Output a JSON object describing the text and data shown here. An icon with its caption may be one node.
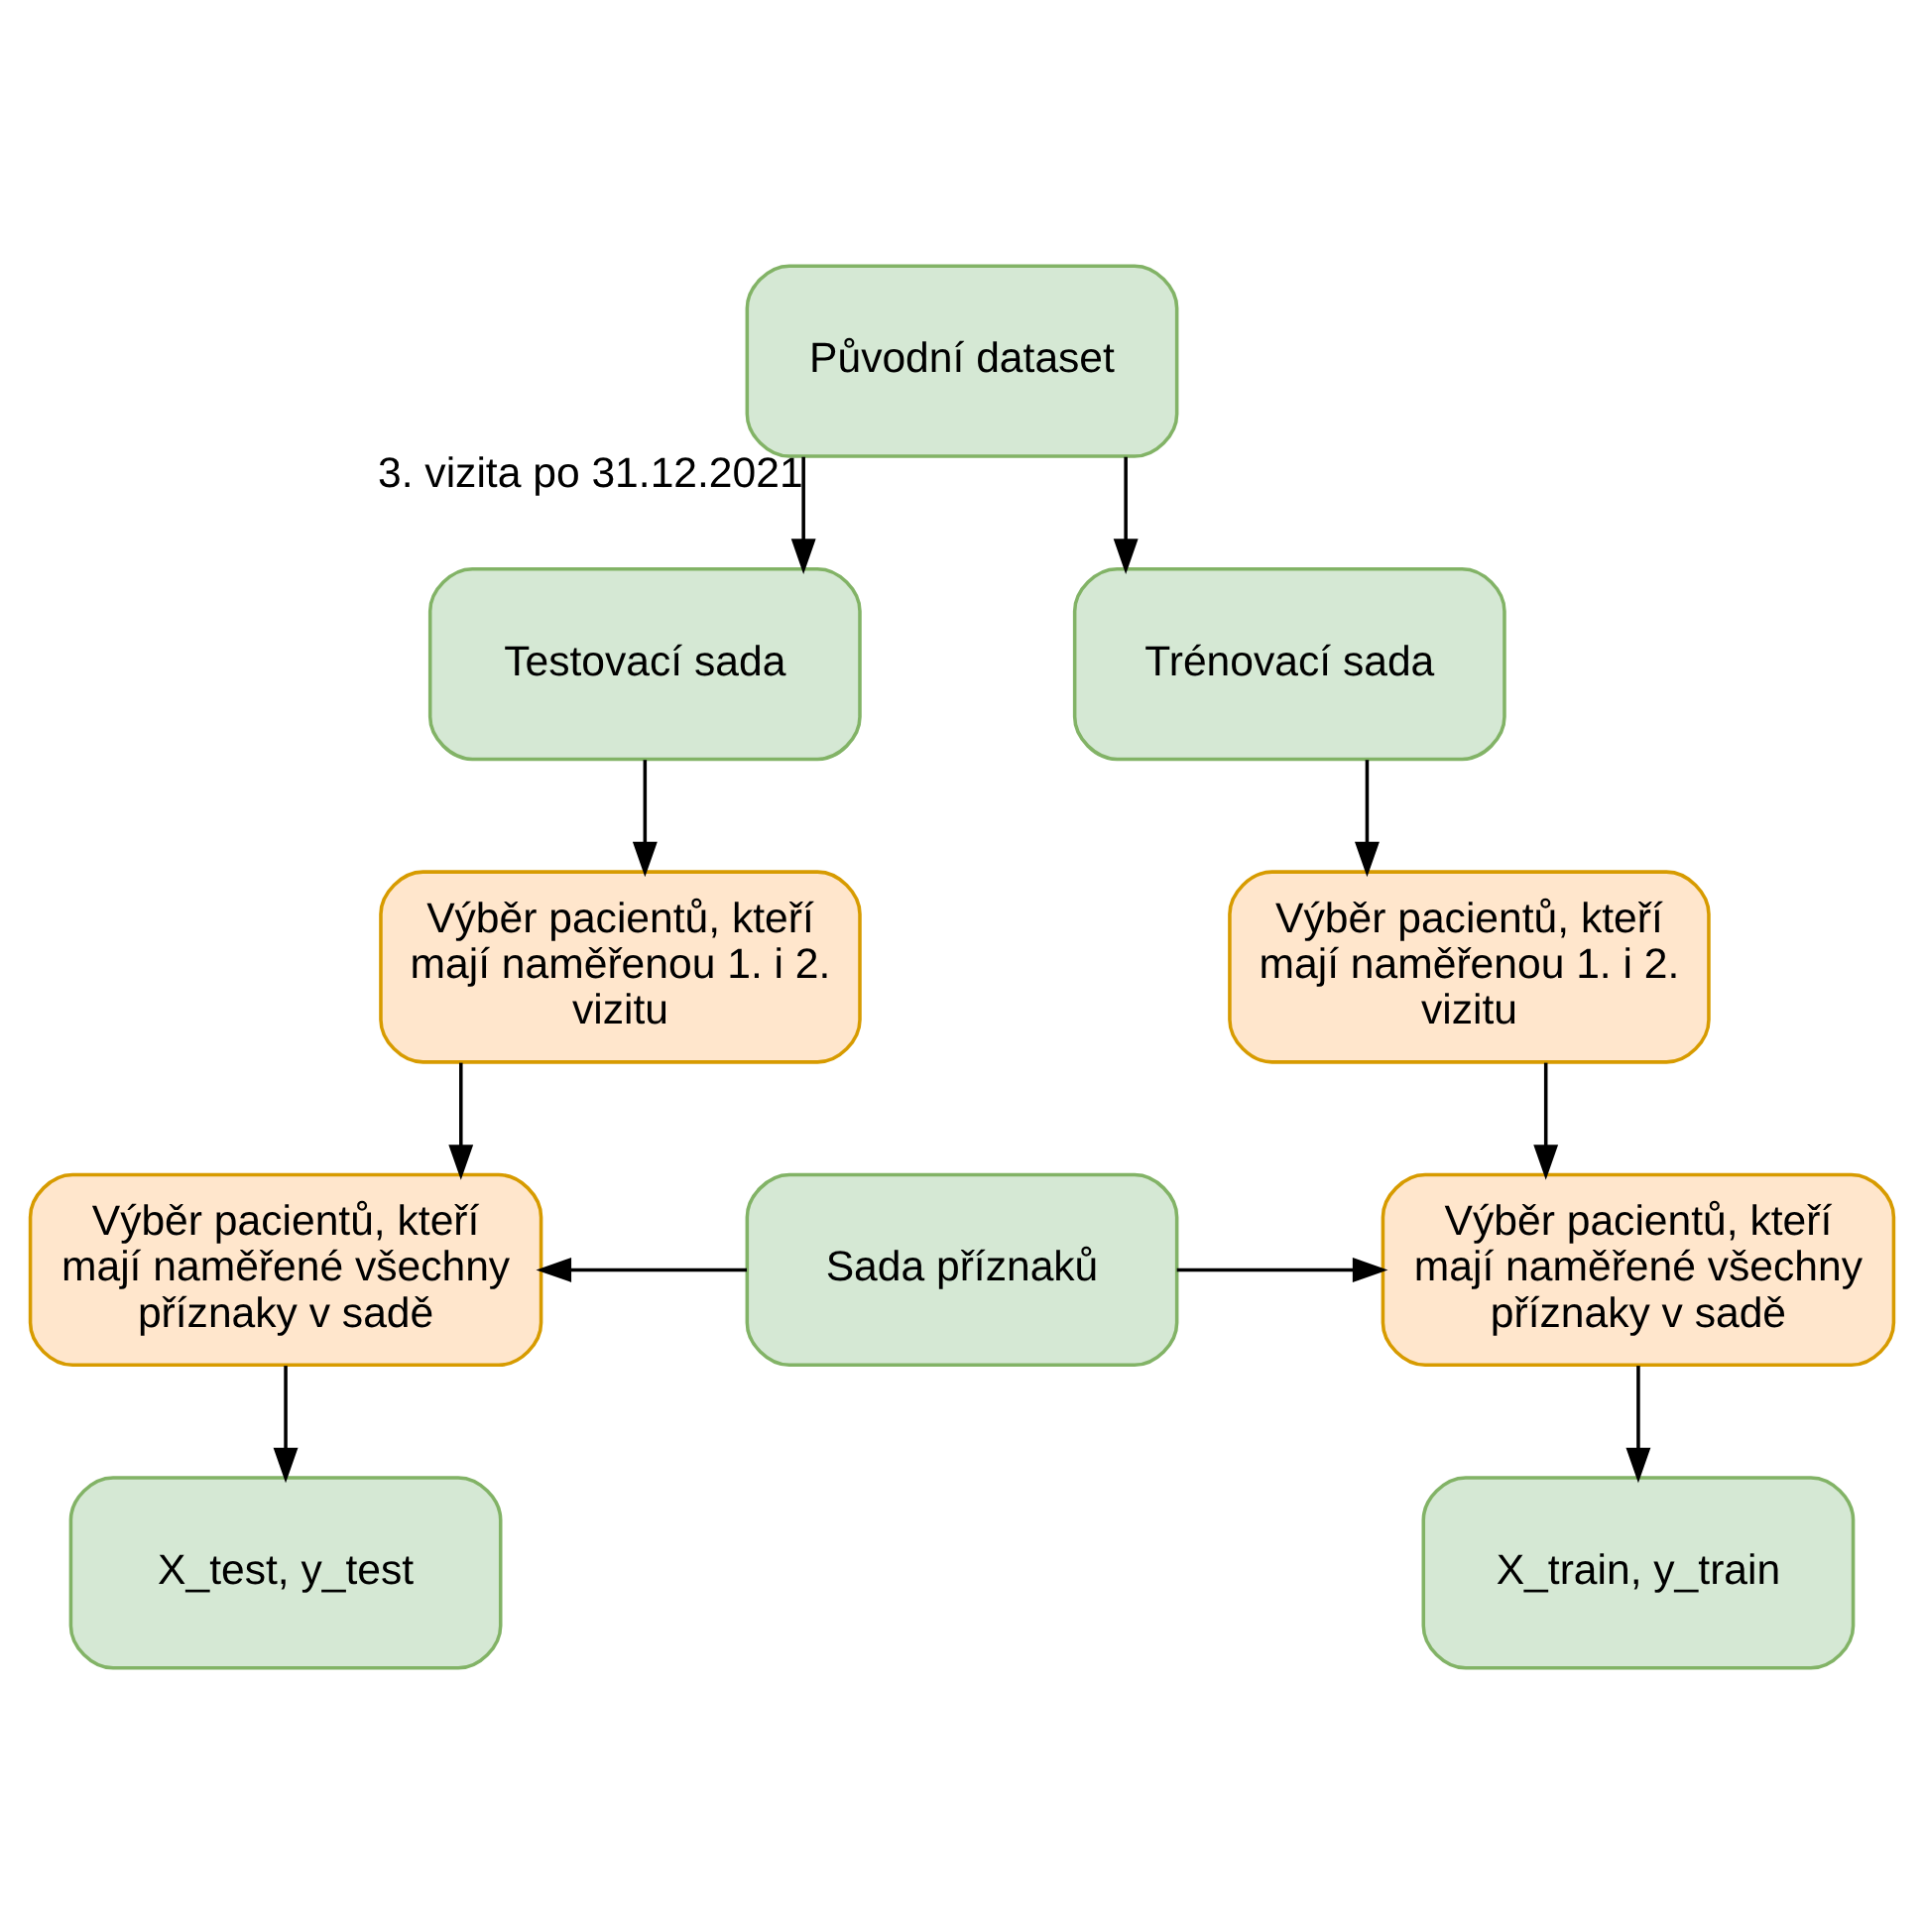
{
  "diagram": {
    "nodes": [
      {
        "text": [
          "Původní dataset"
        ]
      },
      {
        "text": [
          "Testovací sada"
        ]
      },
      {
        "text": [
          "Trénovací sada"
        ]
      },
      {
        "text": [
          "Výběr pacientů, kteří mají naměřenou 1. i 2. vizitu"
        ]
      },
      {
        "text": [
          "Výběr pacientů, kteří mají naměřenou 1. i 2. vizitu"
        ]
      },
      {
        "text": [
          "Výběr pacientů, kteří mají naměřené všechny příznaky v sadě"
        ]
      },
      {
        "text": [
          "Sada příznaků"
        ]
      },
      {
        "text": [
          "Výběr pacientů, kteří mají naměřené všechny příznaky v sadě"
        ]
      },
      {
        "text": [
          "X_test, y_test"
        ]
      },
      {
        "text": [
          "X_train, y_train"
        ]
      }
    ],
    "edges": [
      {
        "from": 0,
        "to": 1,
        "arrow": "to",
        "label": "3. vizita po 31.12.2021"
      },
      {
        "from": 0,
        "to": 2,
        "arrow": "to"
      },
      {
        "from": 1,
        "to": 3,
        "arrow": "to"
      },
      {
        "from": 2,
        "to": 4,
        "arrow": "to"
      },
      {
        "from": 3,
        "to": 5,
        "arrow": "to"
      },
      {
        "from": 4,
        "to": 7,
        "arrow": "to"
      },
      {
        "from": 6,
        "to": 5,
        "arrow": "to"
      },
      {
        "from": 6,
        "to": 7,
        "arrow": "to"
      },
      {
        "from": 5,
        "to": 8,
        "arrow": "to"
      },
      {
        "from": 7,
        "to": 9,
        "arrow": "to"
      }
    ]
  }
}
